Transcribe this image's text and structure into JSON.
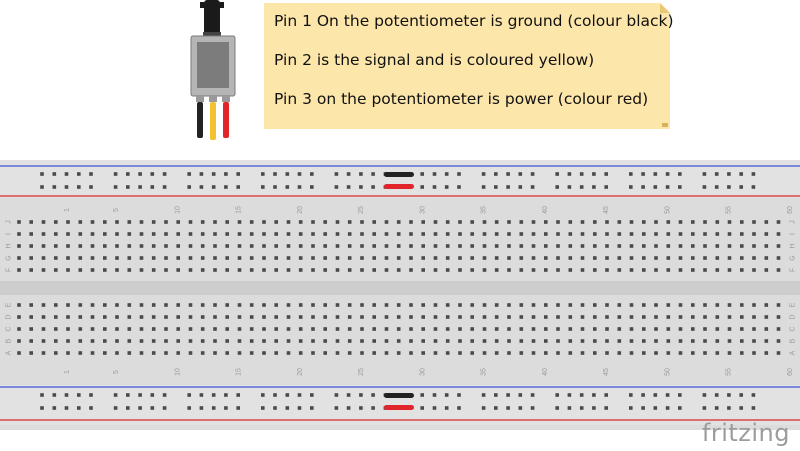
{
  "note": {
    "lines": [
      "Pin 1 On the potentiometer is ground (colour black)",
      "Pin 2 is the signal and is coloured yellow)",
      "Pin 3 on the potentiometer is power (colour red)"
    ]
  },
  "breadboard": {
    "column_labels": [
      "1",
      "5",
      "10",
      "15",
      "20",
      "25",
      "30",
      "35",
      "40",
      "45",
      "50",
      "55",
      "60"
    ],
    "rows_top": [
      "J",
      "I",
      "H",
      "G",
      "F"
    ],
    "rows_bottom": [
      "E",
      "D",
      "C",
      "B",
      "A"
    ]
  },
  "logo": "fritzing",
  "colors": {
    "board": "#dcdcdc",
    "rail_blue": "#5b6bd6",
    "rail_red": "#d94848",
    "hole": "#4a4a4a",
    "note_bg": "#fde6aa",
    "wire_black": "#222222",
    "wire_yellow": "#f2c230",
    "wire_red": "#e0262b"
  }
}
